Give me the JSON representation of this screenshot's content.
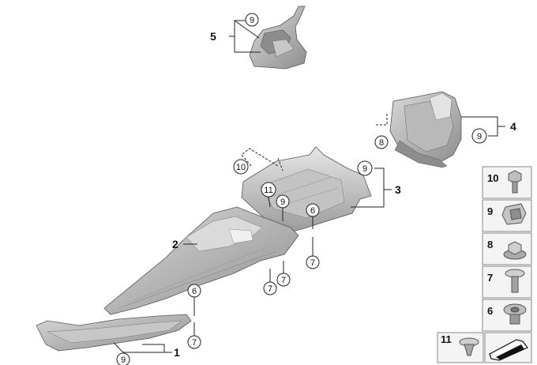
{
  "diagram": {
    "part_labels": {
      "p1": "1",
      "p2": "2",
      "p3": "3",
      "p4": "4",
      "p5": "5"
    },
    "callouts": {
      "c5_9": "9",
      "c4_9": "9",
      "c4_8": "8",
      "c3_10": "10",
      "c3_9": "9",
      "c3_11": "11",
      "c3_9b": "9",
      "c3_6": "6",
      "c3_7": "7",
      "c2_7a": "7",
      "c2_7b": "7",
      "c2_6": "6",
      "c2_7c": "7",
      "c1_9": "9"
    },
    "legend": [
      {
        "num": "10",
        "icon": "hex-bolt-icon"
      },
      {
        "num": "9",
        "icon": "clip-nut-icon"
      },
      {
        "num": "8",
        "icon": "flange-nut-icon"
      },
      {
        "num": "7",
        "icon": "screw-icon"
      },
      {
        "num": "6",
        "icon": "plastic-nut-icon"
      }
    ],
    "legend_bottom": {
      "num": "11",
      "icon": "expanding-rivet-icon",
      "arrow_icon": "forward-arrow-icon"
    }
  }
}
